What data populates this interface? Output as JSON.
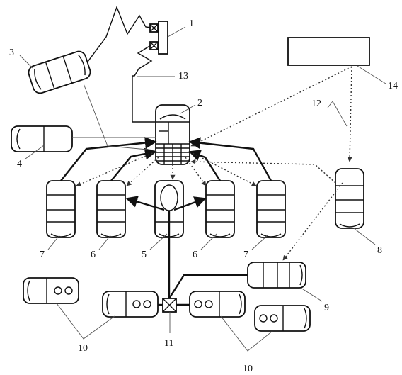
{
  "labels": {
    "l1": "1",
    "l2": "2",
    "l3": "3",
    "l4": "4",
    "l5": "5",
    "l6a": "6",
    "l6b": "6",
    "l7a": "7",
    "l7b": "7",
    "l8": "8",
    "l9": "9",
    "l10a": "10",
    "l10b": "10",
    "l11": "11",
    "l12": "12",
    "l13": "13",
    "l14": "14"
  },
  "colors": {
    "ink": "#111111",
    "background": "#ffffff"
  }
}
